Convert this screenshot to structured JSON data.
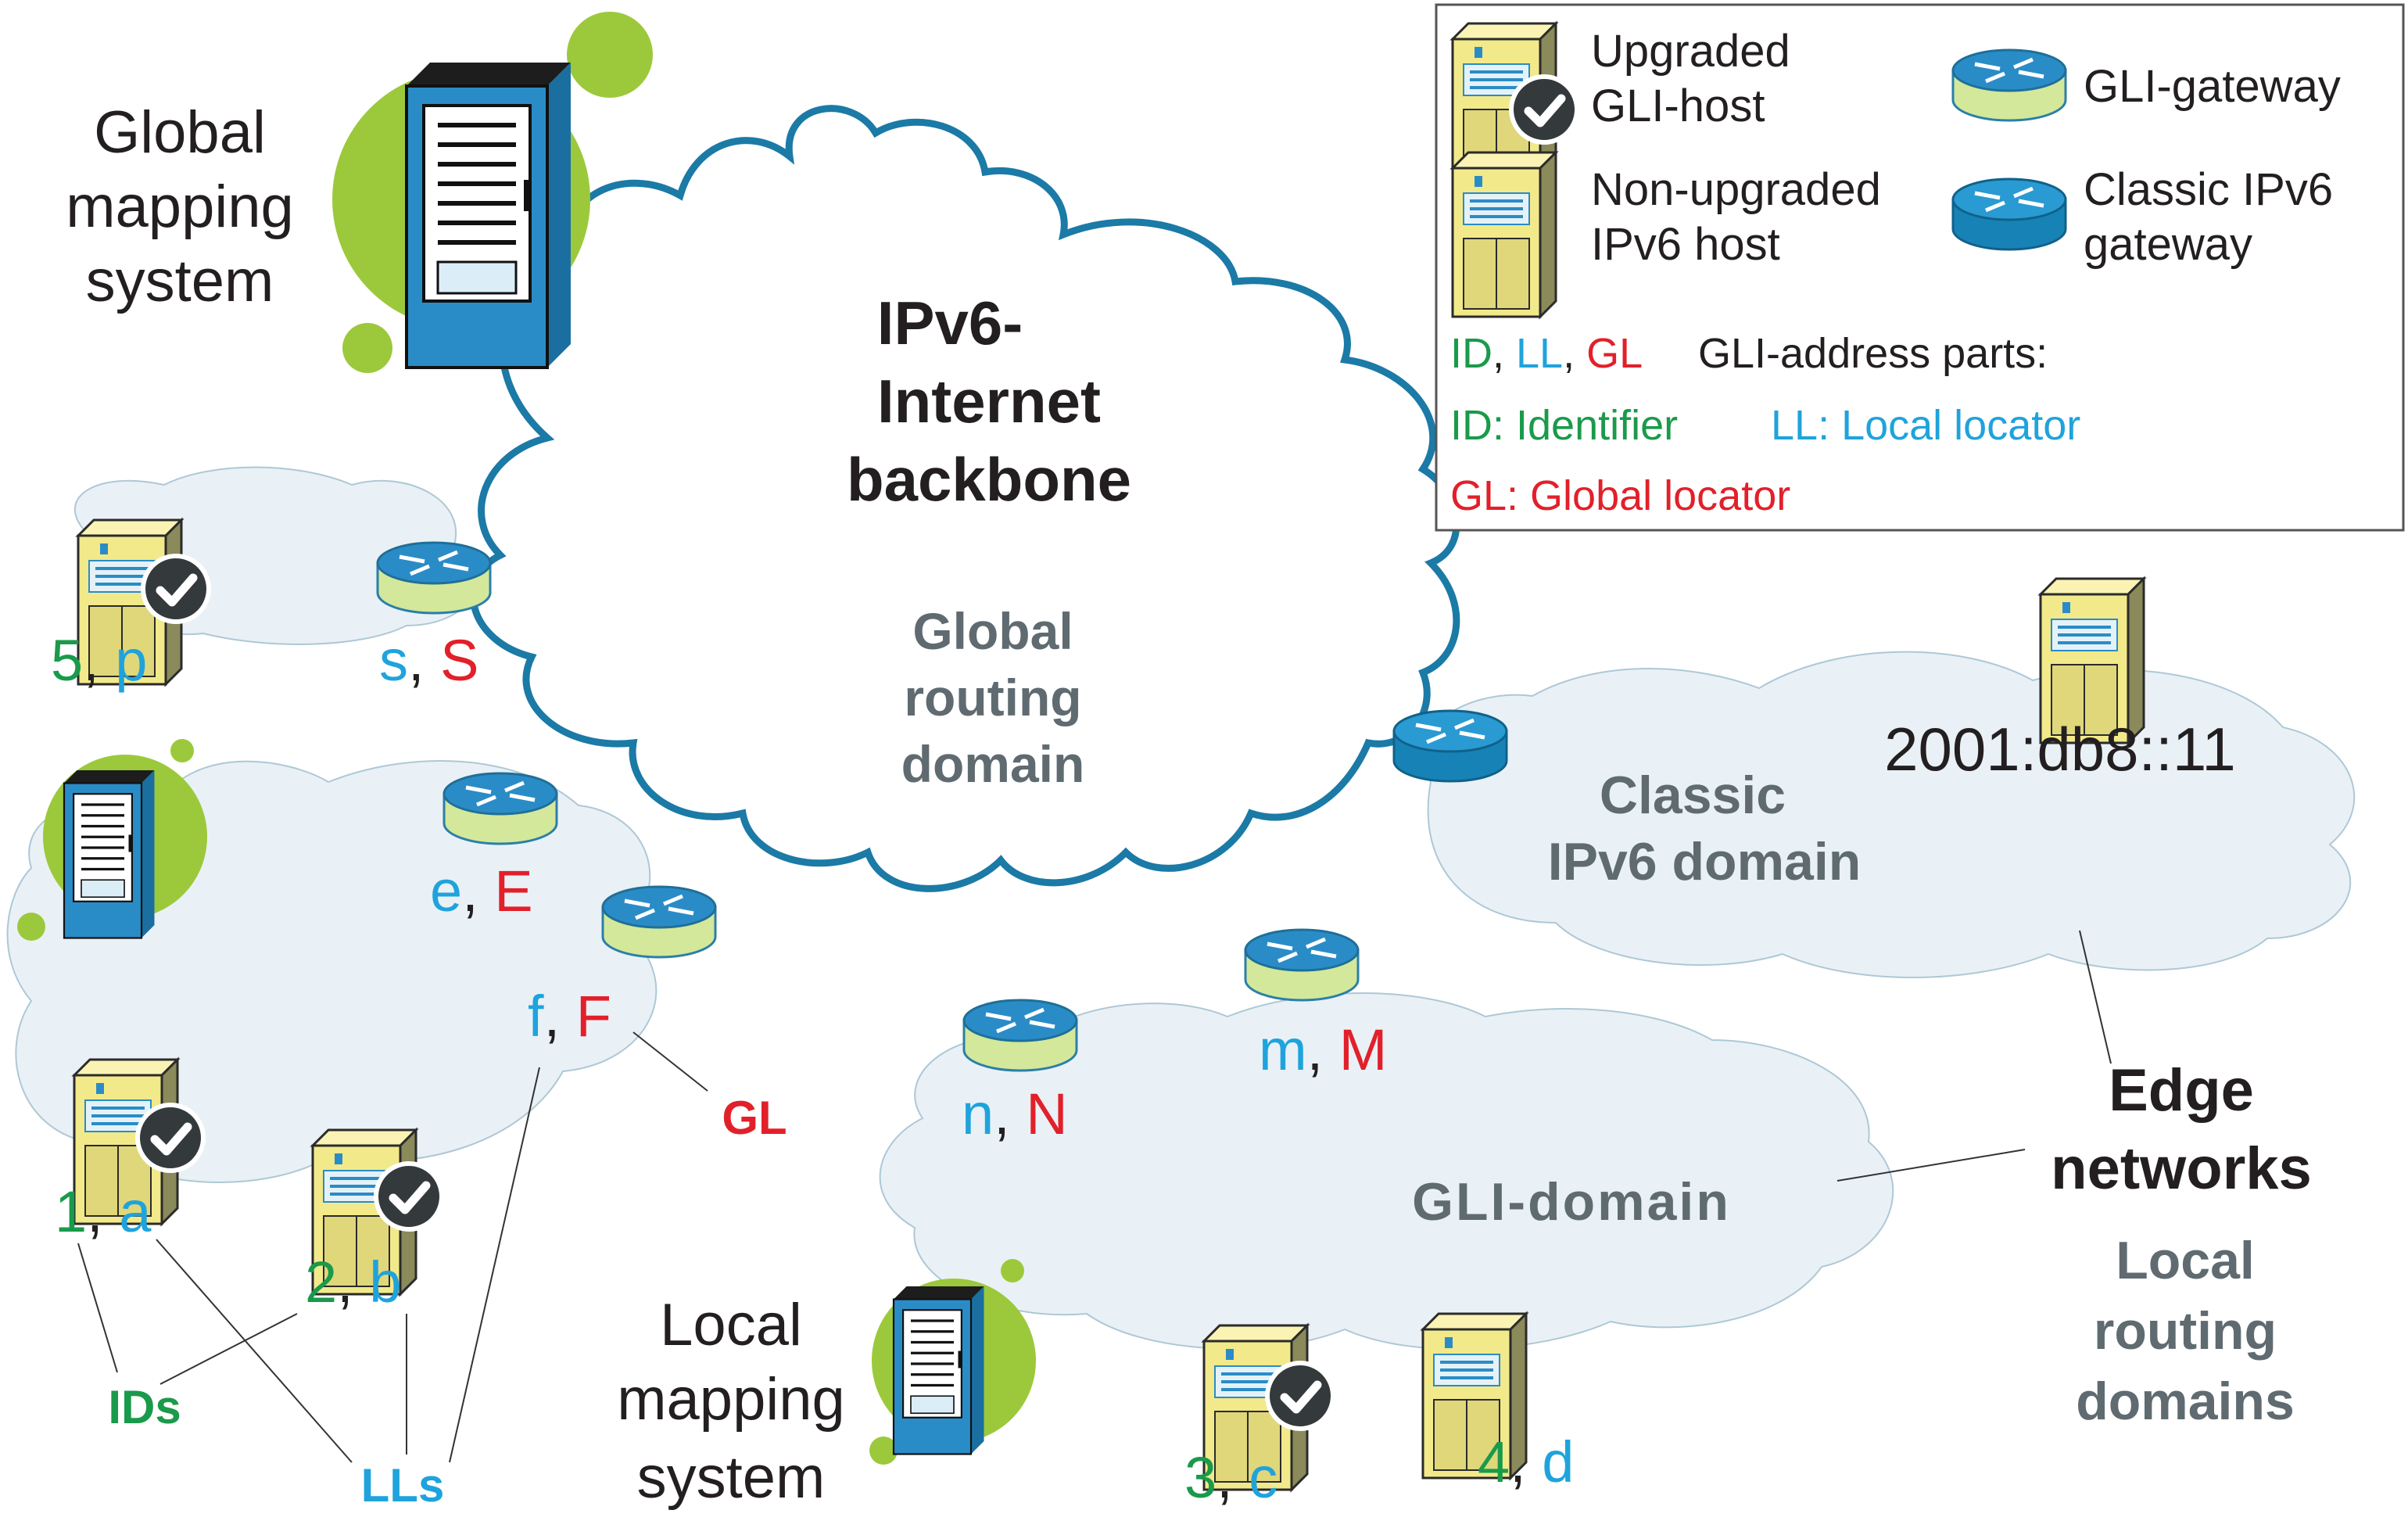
{
  "colors": {
    "id_green": "#1a9a4b",
    "ll_blue": "#1fa3dc",
    "gl_red": "#e2202a",
    "cloud_fill": "#e9f1f6",
    "backbone_stroke": "#1b7aa6",
    "gli_gateway_body": "#d3e89a",
    "classic_gateway": "#1782b5",
    "mapping_green": "#9cc93b"
  },
  "backbone": {
    "title_line1": "IPv6-",
    "title_line2": "Internet",
    "title_line3": "backbone",
    "sub_line1": "Global",
    "sub_line2": "routing",
    "sub_line3": "domain"
  },
  "global_mapping": {
    "line1": "Global",
    "line2": "mapping",
    "line3": "system"
  },
  "local_mapping": {
    "line1": "Local",
    "line2": "mapping",
    "line3": "system"
  },
  "classic_domain": {
    "line1": "Classic",
    "line2": "IPv6 domain",
    "address": "2001:db8::11"
  },
  "gli_domain": {
    "label": "GLI-domain"
  },
  "edge": {
    "line1": "Edge",
    "line2": "networks",
    "sub1": "Local",
    "sub2": "routing",
    "sub3": "domains"
  },
  "legend": {
    "upgraded_line1": "Upgraded",
    "upgraded_line2": "GLI-host",
    "nonupgraded_line1": "Non-upgraded",
    "nonupgraded_line2": "IPv6 host",
    "gli_gateway": "GLI-gateway",
    "classic_line1": "Classic IPv6",
    "classic_line2": "gateway",
    "parts_id": "ID",
    "parts_ll": "LL",
    "parts_gl": "GL",
    "parts_label": "GLI-address parts:",
    "id_def": "ID: Identifier",
    "ll_def": "LL: Local locator",
    "gl_def": "GL: Global locator"
  },
  "labels": {
    "host5_id": "5",
    "host5_ll": "p",
    "gw_s_ll": "s",
    "gw_s_gl": "S",
    "gw_e_ll": "e",
    "gw_e_gl": "E",
    "gw_f_ll": "f",
    "gw_f_gl": "F",
    "gw_n_ll": "n",
    "gw_n_gl": "N",
    "gw_m_ll": "m",
    "gw_m_gl": "M",
    "host1_id": "1",
    "host1_ll": "a",
    "host2_id": "2",
    "host2_ll": "b",
    "host3_id": "3",
    "host3_ll": "c",
    "host4_id": "4",
    "host4_ll": "d",
    "comma": ",",
    "gl_callout": "GL",
    "ids_callout": "IDs",
    "lls_callout": "LLs"
  }
}
